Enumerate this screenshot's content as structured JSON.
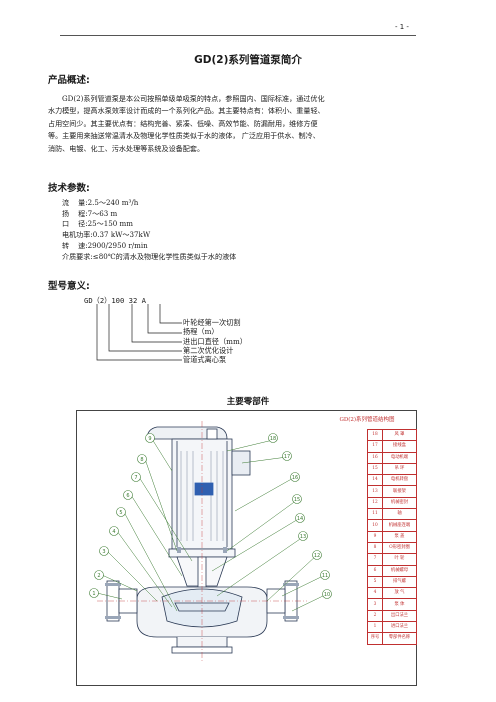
{
  "header": {
    "page_number": "- 1 -"
  },
  "title": "GD(2)系列管道泵简介",
  "overview": {
    "heading": "产品概述:",
    "lines": [
      "GD(2)系列管道泵是本公司按照单级单吸泵的特点，参照国内、国际标准，通过优化",
      "水力模型，提高水泵效率设计而成的一个系列化产品。其主要特点有：体积小、重量轻、",
      "占用空间少。其主要优点有：结构完善、紧凑、低噪、高效节能、防漏耐用，维修方便",
      "等。主要用来抽送常温清水及物理化学性质类似于水的液体， 广泛应用于供水、制冷、",
      "消防、电镀、化工、污水处理等系统及设备配套。"
    ]
  },
  "tech": {
    "heading": "技术参数:",
    "params": [
      "流    量:2.5～240 m³/h",
      "扬    程:7～63 m",
      "口    径:25～150 mm",
      "电机功率:0.37 kW～37kW",
      "转    速:2900/2950 r/min",
      "介质要求:≤80℃的清水及物理化学性质类似于水的液体"
    ]
  },
  "model": {
    "heading": "型号意义:",
    "code": "GD（2）100 32 A",
    "legend": [
      "叶轮经第一次切割",
      "扬程（m）",
      "进出口直径（mm）",
      "第二次优化设计",
      "管道式离心泵"
    ]
  },
  "parts": {
    "heading": "主要零部件",
    "table_title": "GD(2)系列管道结构图",
    "rows": [
      [
        "18",
        "风  罩"
      ],
      [
        "17",
        "接线盒"
      ],
      [
        "16",
        "电动机端"
      ],
      [
        "15",
        "吊  环"
      ],
      [
        "14",
        "电机转盘"
      ],
      [
        "13",
        "联接架"
      ],
      [
        "12",
        "机械密封"
      ],
      [
        "11",
        "轴"
      ],
      [
        "10",
        "机械座连端"
      ],
      [
        "9",
        "泵  盖"
      ],
      [
        "8",
        "O形密封圈"
      ],
      [
        "7",
        "叶  轮"
      ],
      [
        "6",
        "机械螺母"
      ],
      [
        "5",
        "排气螺"
      ],
      [
        "4",
        "放  气"
      ],
      [
        "3",
        "泵  体"
      ],
      [
        "2",
        "出口法兰"
      ],
      [
        "1",
        "进口法兰"
      ],
      [
        "序号",
        "零部件名称"
      ]
    ],
    "callouts": [
      "1",
      "2",
      "3",
      "4",
      "5",
      "6",
      "7",
      "8",
      "9",
      "10",
      "11",
      "12",
      "13",
      "14",
      "15",
      "16",
      "17",
      "18"
    ]
  }
}
